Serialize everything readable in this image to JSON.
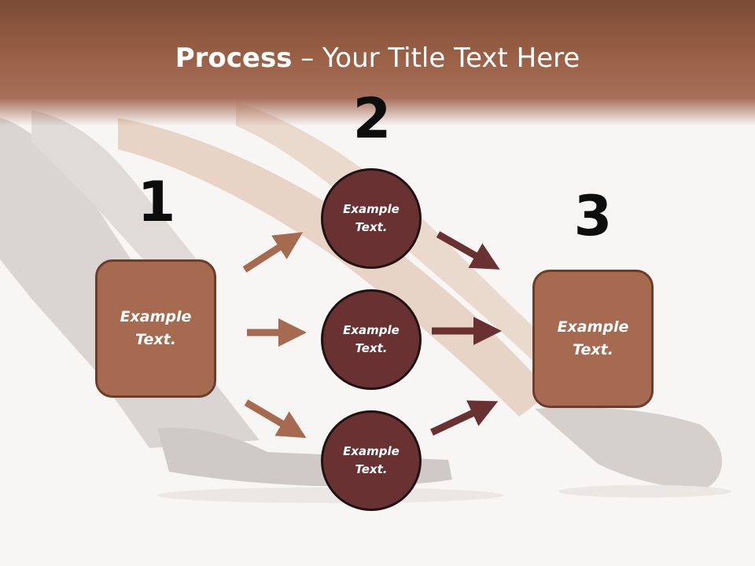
{
  "slide": {
    "title_bold": "Process",
    "title_rest": " – Your Title Text Here"
  },
  "steps": {
    "step1": {
      "number": "1",
      "line1": "Example",
      "line2": "Text."
    },
    "step2": {
      "number": "2"
    },
    "step3": {
      "number": "3",
      "line1": "Example",
      "line2": "Text."
    }
  },
  "circles": [
    {
      "line1": "Example",
      "line2": "Text."
    },
    {
      "line1": "Example",
      "line2": "Text."
    },
    {
      "line1": "Example",
      "line2": "Text."
    }
  ],
  "colors": {
    "header": "#9a6046",
    "box_fill": "#a56a50",
    "circle_fill": "#6a3133",
    "arrow_left": "#a56a50",
    "arrow_right": "#6a3133"
  }
}
